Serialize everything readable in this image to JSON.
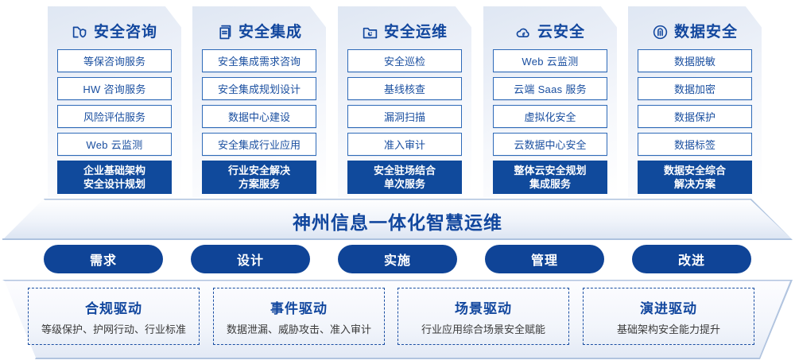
{
  "columns": [
    {
      "icon": "folder-shield-icon",
      "title": "安全咨询",
      "items": [
        "等保咨询服务",
        "HW 咨询服务",
        "风险评估服务",
        "Web 云监测"
      ],
      "summary_line1": "企业基础架构",
      "summary_line2": "安全设计规划"
    },
    {
      "icon": "documents-stack-icon",
      "title": "安全集成",
      "items": [
        "安全集成需求咨询",
        "安全集成规划设计",
        "数据中心建设",
        "安全集成行业应用"
      ],
      "summary_line1": "行业安全解决",
      "summary_line2": "方案服务"
    },
    {
      "icon": "folder-chart-icon",
      "title": "安全运维",
      "items": [
        "安全巡检",
        "基线核查",
        "漏洞扫描",
        "准入审计"
      ],
      "summary_line1": "安全驻场结合",
      "summary_line2": "单次服务"
    },
    {
      "icon": "cloud-icon",
      "title": "云安全",
      "items": [
        "Web 云监测",
        "云端 Saas 服务",
        "虚拟化安全",
        "云数据中心安全"
      ],
      "summary_line1": "整体云安全规划",
      "summary_line2": "集成服务"
    },
    {
      "icon": "fingerprint-icon",
      "title": "数据安全",
      "items": [
        "数据脱敏",
        "数据加密",
        "数据保护",
        "数据标签"
      ],
      "summary_line1": "数据安全综合",
      "summary_line2": "解决方案"
    }
  ],
  "banner": {
    "title": "神州信息一体化智慧运维"
  },
  "stages": [
    {
      "label": "需求"
    },
    {
      "label": "设计"
    },
    {
      "label": "实施"
    },
    {
      "label": "管理"
    },
    {
      "label": "改进"
    }
  ],
  "drivers": [
    {
      "title": "合规驱动",
      "desc": "等级保护、护网行动、行业标准"
    },
    {
      "title": "事件驱动",
      "desc": "数据泄漏、威胁攻击、准入审计"
    },
    {
      "title": "场景驱动",
      "desc": "行业应用综合场景安全赋能"
    },
    {
      "title": "演进驱动",
      "desc": "基础架构安全能力提升"
    }
  ],
  "colors": {
    "brand_blue": "#12479e",
    "dark_blue": "#104a9c",
    "item_border": "#2e6ab8",
    "card_bg": "#e9eef7"
  }
}
